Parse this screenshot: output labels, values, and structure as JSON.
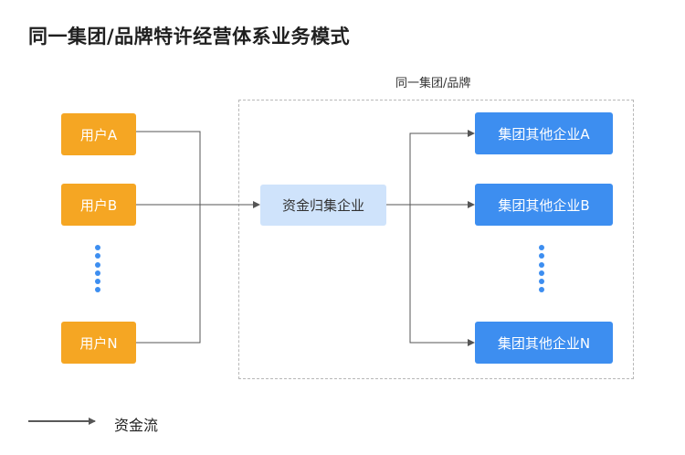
{
  "title": "同一集团/品牌特许经营体系业务模式",
  "group": {
    "label": "同一集团/品牌"
  },
  "users": [
    {
      "label": "用户A"
    },
    {
      "label": "用户B"
    },
    {
      "label": "用户N"
    }
  ],
  "hub": {
    "label": "资金归集企业"
  },
  "enterprises": [
    {
      "label": "集团其他企业A"
    },
    {
      "label": "集团其他企业B"
    },
    {
      "label": "集团其他企业N"
    }
  ],
  "legend": {
    "label": "资金流"
  },
  "colors": {
    "user": "#f5a623",
    "hub": "#cfe3fb",
    "enterprise": "#3d8ef0",
    "line": "#555555"
  }
}
